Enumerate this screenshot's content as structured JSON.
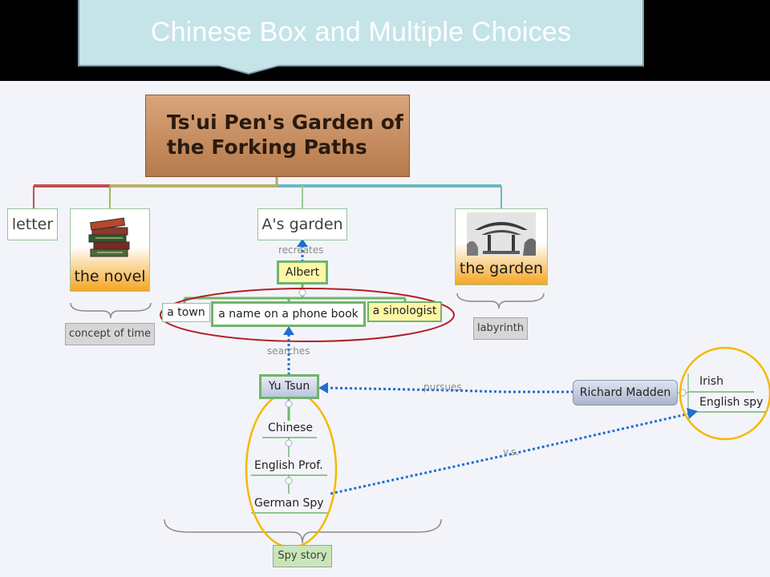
{
  "banner": {
    "title": "Chinese Box and Multiple Choices"
  },
  "central": {
    "line1": "Ts'ui Pen's Garden of",
    "line2": "the Forking Paths"
  },
  "topics": {
    "letter": "letter",
    "novel": "the novel",
    "as_garden": "A's garden",
    "garden": "the garden"
  },
  "labels": {
    "concept_of_time": "concept of time",
    "labyrinth": "labyrinth",
    "spy_story": "Spy story"
  },
  "middle": {
    "albert": "Albert",
    "town": "a town",
    "phone_book": "a name on a phone book",
    "sinologist": "a sinologist",
    "yu_tsun": "Yu Tsun",
    "identities": [
      "Chinese",
      "English Prof.",
      "German Spy"
    ]
  },
  "madden": {
    "name": "Richard Madden",
    "identities": [
      "Irish",
      "English spy"
    ]
  },
  "relations": {
    "recreates": "recreates",
    "searches": "searches",
    "pursues": "pursues",
    "vs": "v.s."
  },
  "icons": {
    "books": "stacked-books-icon",
    "pavilion": "chinese-pavilion-icon"
  },
  "colors": {
    "branch_red": "#c0504d",
    "branch_olive": "#9bbb59",
    "branch_teal": "#4bacc6",
    "highlight_ellipse": "#b0202a",
    "identity_ellipse": "#f5b800",
    "arrow_blue": "#1f6fd1"
  }
}
